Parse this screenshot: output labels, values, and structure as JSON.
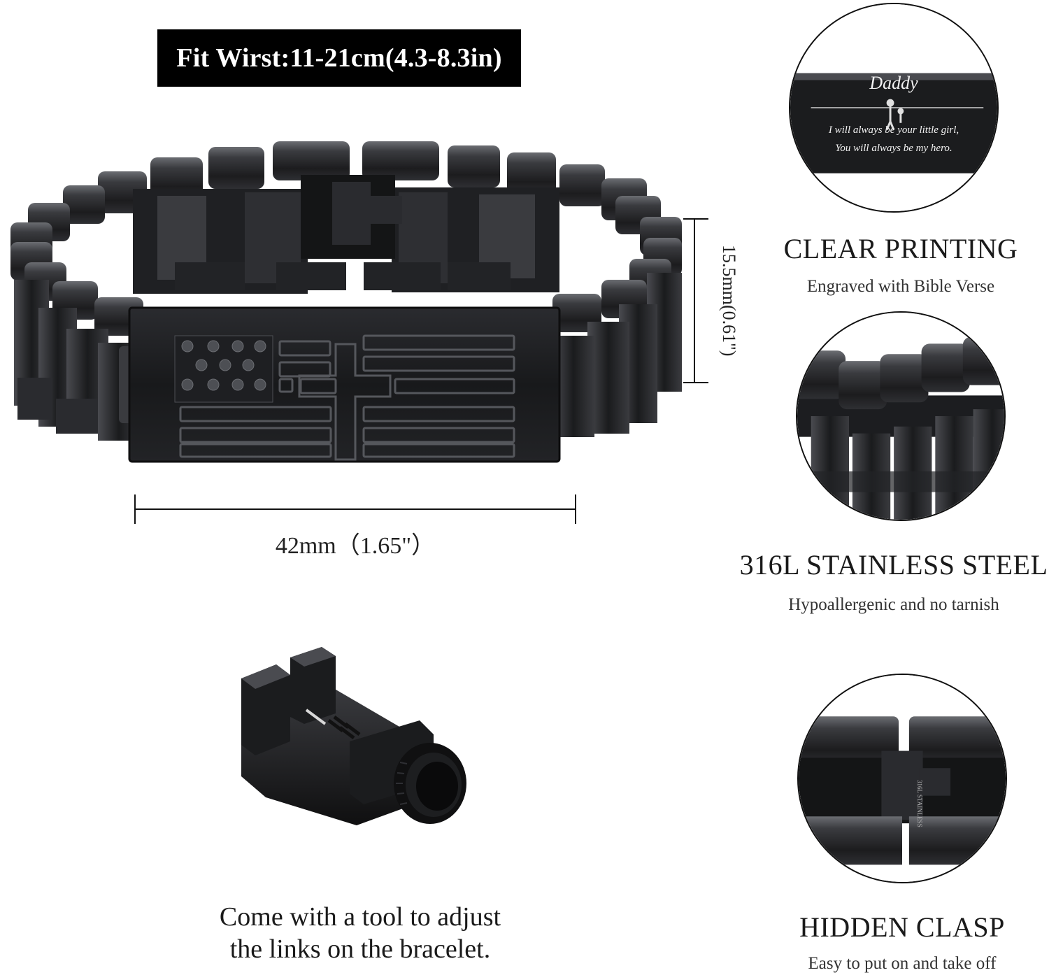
{
  "fit_badge": "Fit Wirst:11-21cm(4.3-8.3in)",
  "dimensions": {
    "width_label": "42mm（1.65\"）",
    "height_label": "15.5mm(0.61\")"
  },
  "features": [
    {
      "title": "CLEAR PRINTING",
      "subtitle": "Engraved with Bible Verse"
    },
    {
      "title": "316L STAINLESS STEEL",
      "subtitle": "Hypoallergenic and no tarnish"
    },
    {
      "title": "HIDDEN CLASP",
      "subtitle": "Easy to put on and take off"
    }
  ],
  "engraving": {
    "name": "Daddy",
    "line1": "I will always be your little girl,",
    "line2": "You will always be my hero."
  },
  "clasp_stamp": "316L STAINLESS",
  "tool_caption_line1": "Come with a tool to adjust",
  "tool_caption_line2": "the links on the bracelet.",
  "colors": {
    "badge_bg": "#000000",
    "metal_dark": "#1c1c1e",
    "metal_mid": "#3a3b3f",
    "metal_light": "#6b6d72"
  }
}
